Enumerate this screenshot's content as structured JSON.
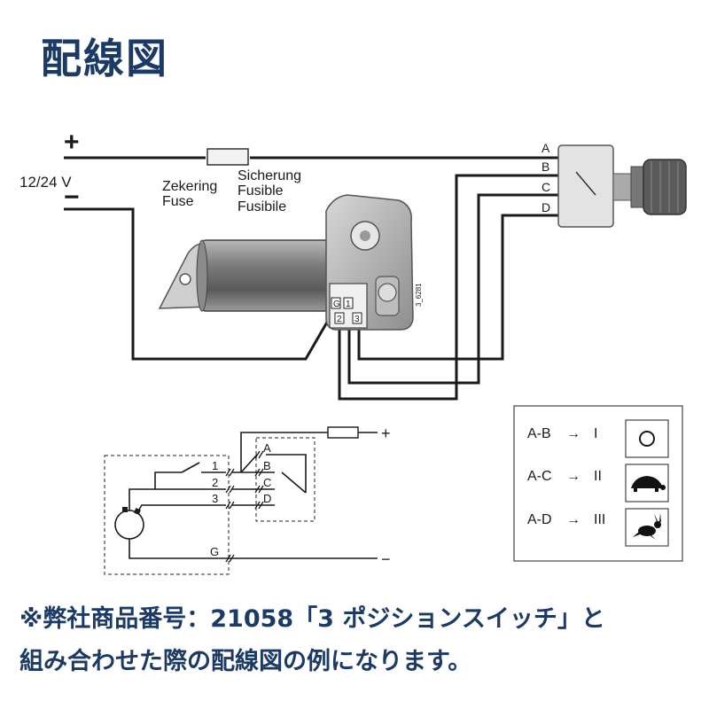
{
  "title": "配線図",
  "supply": {
    "plus": "+",
    "minus": "−",
    "voltage": "12/24 V"
  },
  "fuse_labels": {
    "nl": "Zekering",
    "en": "Fuse",
    "de": "Sicherung",
    "fr": "Fusible",
    "it": "Fusibile"
  },
  "switch_terminals": [
    "A",
    "B",
    "C",
    "D"
  ],
  "motor_terminals": [
    "G",
    "1",
    "2",
    "3"
  ],
  "part_code": "3_6281",
  "schematic": {
    "plus": "+",
    "minus": "−",
    "motor_terminals": [
      "1",
      "2",
      "3",
      "G"
    ],
    "switch_terminals": [
      "A",
      "B",
      "C",
      "D"
    ]
  },
  "legend": {
    "rows": [
      {
        "combo": "A-B",
        "arrow": "→",
        "position": "I",
        "icon": "circle-off-icon"
      },
      {
        "combo": "A-C",
        "arrow": "→",
        "position": "II",
        "icon": "turtle-slow-icon"
      },
      {
        "combo": "A-D",
        "arrow": "→",
        "position": "III",
        "icon": "rabbit-fast-icon"
      }
    ]
  },
  "notes": {
    "line1": "※弊社商品番号：21058「3 ポジションスイッチ」と",
    "line2": "組み合わせた際の配線図の例になります。"
  },
  "colors": {
    "title": "#1c3a66",
    "wire": "#1a1a1a"
  }
}
